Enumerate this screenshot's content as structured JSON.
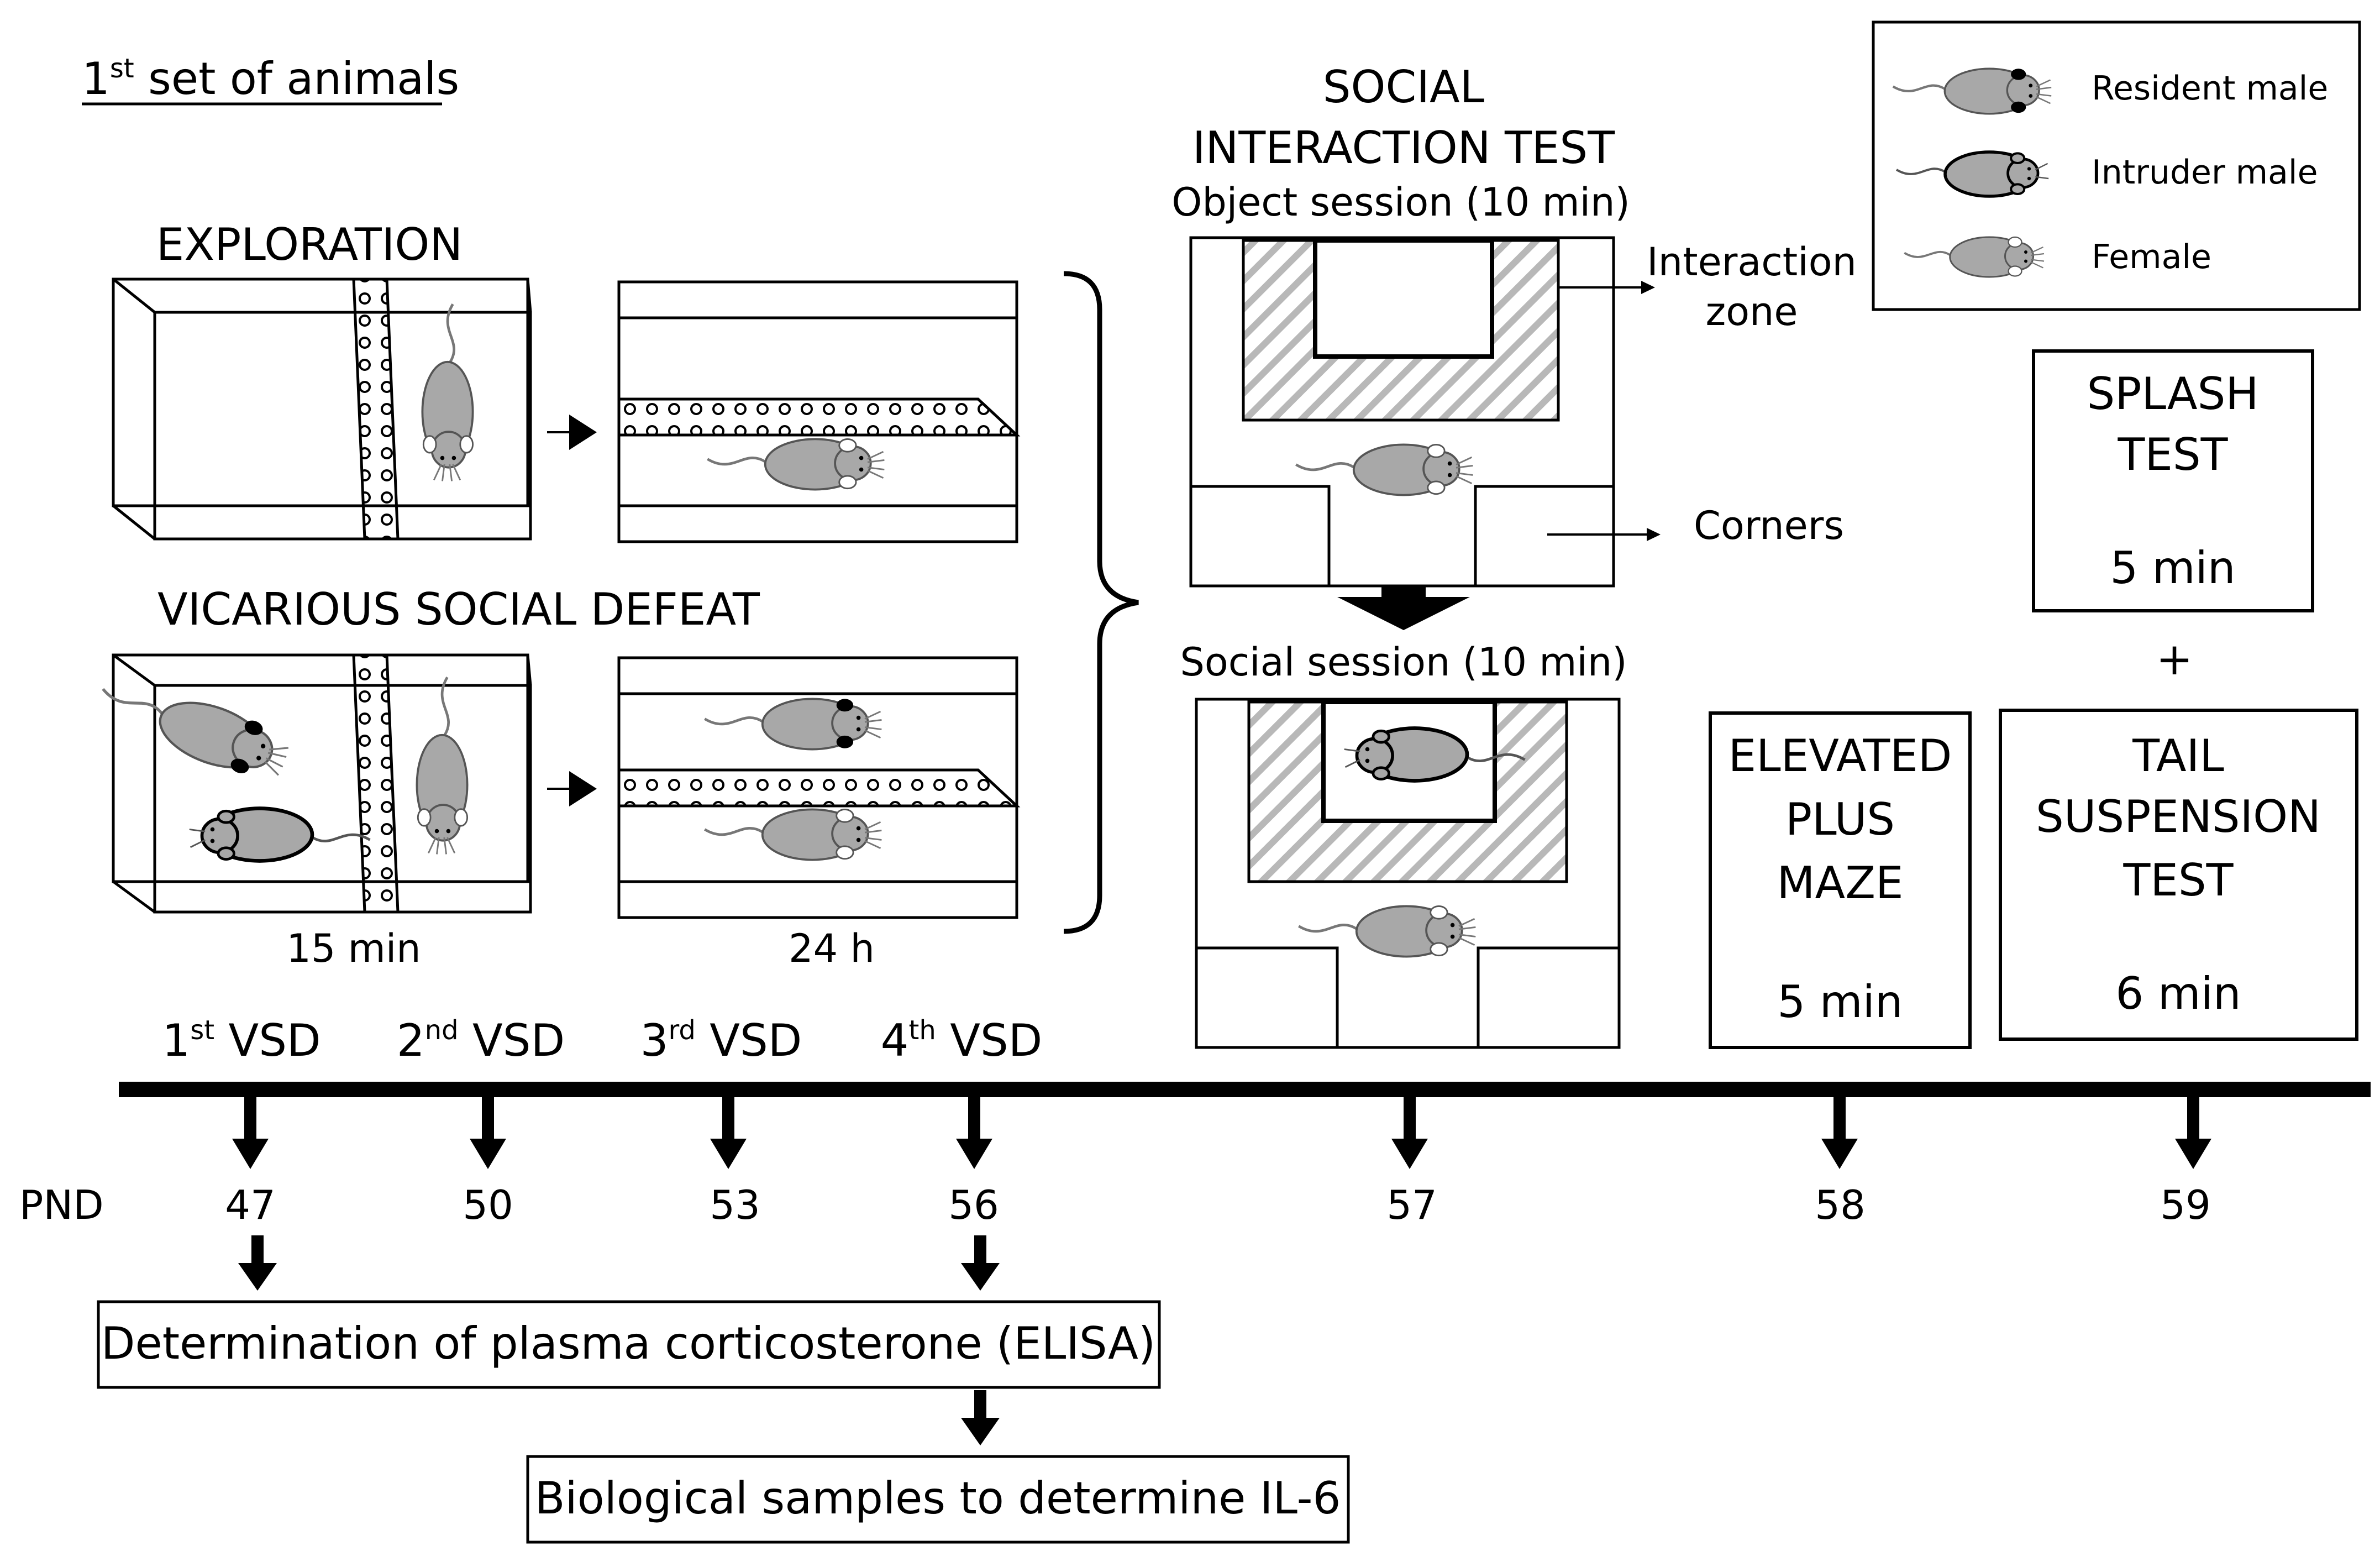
{
  "header": {
    "set_label": "1",
    "set_sup": "st",
    "set_rest": " set of animals"
  },
  "exploration": {
    "title": "EXPLORATION"
  },
  "vsd": {
    "title": "VICARIOUS SOCIAL DEFEAT",
    "time_left": "15 min",
    "time_right": "24 h"
  },
  "social": {
    "title_1": "SOCIAL",
    "title_2": "INTERACTION TEST",
    "object_session": "Object session (10 min)",
    "social_session": "Social session (10 min)",
    "interaction_1": "Interaction",
    "interaction_2": "zone",
    "corners": "Corners"
  },
  "legend": {
    "resident": "Resident male",
    "intruder": "Intruder male",
    "female": "Female"
  },
  "splash": {
    "line1": "SPLASH",
    "line2": "TEST",
    "time": "5 min",
    "plus": "+"
  },
  "epm": {
    "line1": "ELEVATED",
    "line2": "PLUS",
    "line3": "MAZE",
    "time": "5 min"
  },
  "tst": {
    "line1": "TAIL",
    "line2": "SUSPENSION",
    "line3": "TEST",
    "time": "6 min"
  },
  "timeline": {
    "pnd_label": "PND",
    "vsd_labels": [
      {
        "n": "1",
        "sup": "st",
        "rest": " VSD"
      },
      {
        "n": "2",
        "sup": "nd",
        "rest": " VSD"
      },
      {
        "n": "3",
        "sup": "rd",
        "rest": " VSD"
      },
      {
        "n": "4",
        "sup": "th",
        "rest": " VSD"
      }
    ],
    "days": [
      "47",
      "50",
      "53",
      "56",
      "57",
      "58",
      "59"
    ]
  },
  "boxes": {
    "corticosterone": "Determination of plasma corticosterone (ELISA)",
    "il6": "Biological samples to determine IL-6"
  }
}
